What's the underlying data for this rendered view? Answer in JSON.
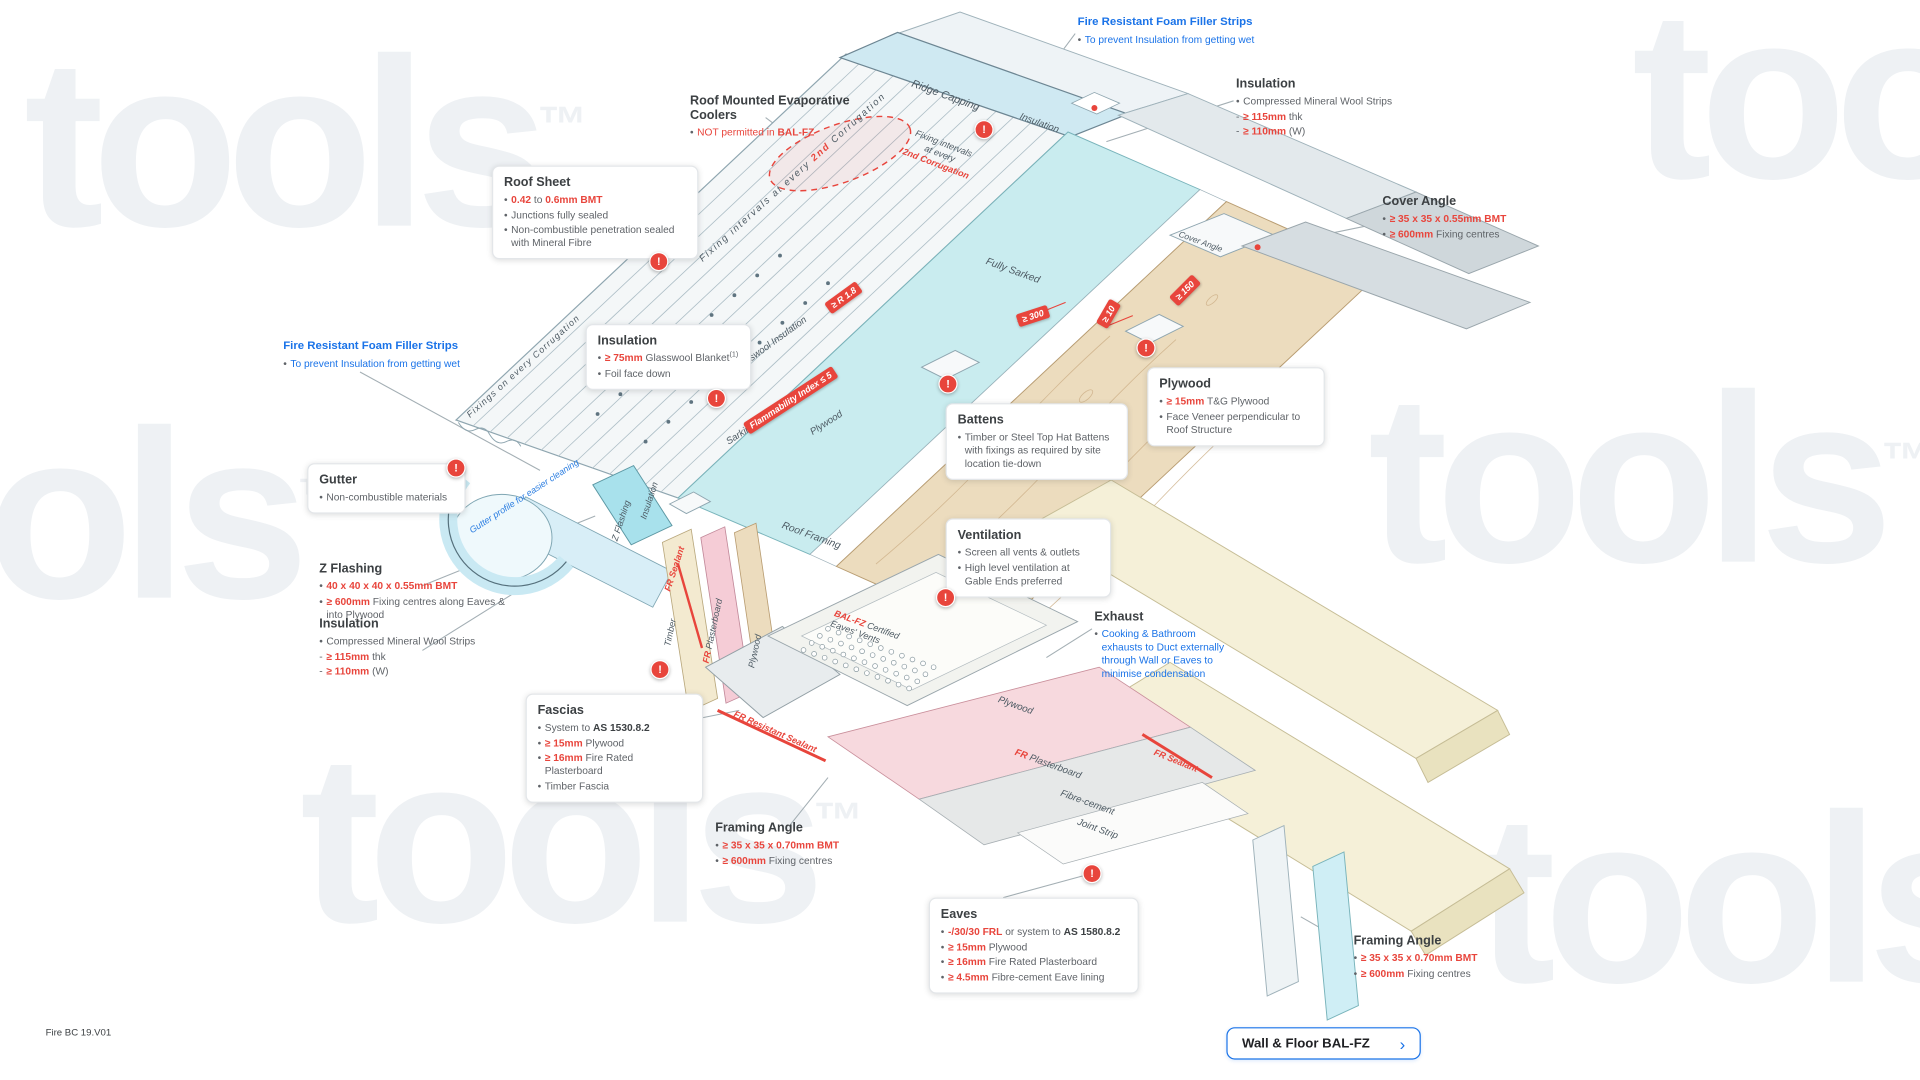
{
  "page": {
    "version_label": "Fire BC 19.V01",
    "watermark_text": "tools",
    "watermark_tm": "™"
  },
  "nav": {
    "wall_floor_button": "Wall & Floor BAL-FZ",
    "chevron": "›"
  },
  "colors": {
    "red": "#e8453c",
    "blue": "#1a73e8",
    "dark_text": "#3c4043",
    "muted_text": "#5f6368",
    "teal_insulation": "#c9ecef",
    "wood": "#ecdcbe",
    "pink_plasterboard": "#f5ccd6",
    "cream_framing": "#f5f0d8"
  },
  "warning_icon": "!",
  "callouts": [
    {
      "id": "foam-filler-top",
      "title": "Fire Resistant Foam Filler Strips",
      "title_style": "blue",
      "bullets": [
        {
          "marker": "•",
          "segments": [
            {
              "t": "To prevent Insulation from getting wet",
              "s": "blue"
            }
          ]
        }
      ]
    },
    {
      "id": "evap-coolers",
      "title": "Roof Mounted Evaporative Coolers",
      "bullets": [
        {
          "marker": "•",
          "segments": [
            {
              "t": "NOT permitted in ",
              "s": "red"
            },
            {
              "t": "BAL-FZ",
              "s": "red-bold"
            }
          ]
        }
      ]
    },
    {
      "id": "insulation-top",
      "title": "Insulation",
      "bullets": [
        {
          "marker": "•",
          "segments": [
            {
              "t": "Compressed Mineral Wool Strips",
              "s": "plain"
            }
          ]
        },
        {
          "marker": "-",
          "segments": [
            {
              "t": "≥ 115mm",
              "s": "red-bold"
            },
            {
              "t": " thk",
              "s": "plain"
            }
          ]
        },
        {
          "marker": "-",
          "segments": [
            {
              "t": "≥ 110mm",
              "s": "red-bold"
            },
            {
              "t": " (W)",
              "s": "plain"
            }
          ]
        }
      ]
    },
    {
      "id": "roof-sheet",
      "title": "Roof Sheet",
      "bullets": [
        {
          "marker": "•",
          "segments": [
            {
              "t": "0.42",
              "s": "red-bold"
            },
            {
              "t": " to ",
              "s": "plain"
            },
            {
              "t": "0.6mm BMT",
              "s": "red-bold"
            }
          ]
        },
        {
          "marker": "•",
          "segments": [
            {
              "t": "Junctions fully sealed",
              "s": "plain"
            }
          ]
        },
        {
          "marker": "•",
          "segments": [
            {
              "t": "Non-combustible penetration sealed with Mineral Fibre",
              "s": "plain"
            }
          ]
        }
      ]
    },
    {
      "id": "cover-angle",
      "title": "Cover Angle",
      "bullets": [
        {
          "marker": "•",
          "segments": [
            {
              "t": "≥ 35 x 35 x 0.55mm BMT",
              "s": "red-bold"
            }
          ]
        },
        {
          "marker": "•",
          "segments": [
            {
              "t": "≥ 600mm",
              "s": "red-bold"
            },
            {
              "t": " Fixing centres",
              "s": "plain"
            }
          ]
        }
      ]
    },
    {
      "id": "insulation-mid",
      "title": "Insulation",
      "bullets": [
        {
          "marker": "•",
          "segments": [
            {
              "t": "≥ 75mm",
              "s": "red-bold"
            },
            {
              "t": " Glasswool Blanket",
              "s": "plain"
            },
            {
              "t": "(1)",
              "s": "sup"
            }
          ]
        },
        {
          "marker": "•",
          "segments": [
            {
              "t": "Foil face down",
              "s": "plain"
            }
          ]
        }
      ]
    },
    {
      "id": "foam-filler-left",
      "title": "Fire Resistant Foam Filler Strips",
      "title_style": "blue",
      "bullets": [
        {
          "marker": "•",
          "segments": [
            {
              "t": "To prevent Insulation from getting wet",
              "s": "blue"
            }
          ]
        }
      ]
    },
    {
      "id": "plywood",
      "title": "Plywood",
      "bullets": [
        {
          "marker": "•",
          "segments": [
            {
              "t": "≥ 15mm",
              "s": "red-bold"
            },
            {
              "t": " T&G Plywood",
              "s": "plain"
            }
          ]
        },
        {
          "marker": "•",
          "segments": [
            {
              "t": "Face Veneer perpendicular to Roof Structure",
              "s": "plain"
            }
          ]
        }
      ]
    },
    {
      "id": "battens",
      "title": "Battens",
      "bullets": [
        {
          "marker": "•",
          "segments": [
            {
              "t": "Timber or Steel Top Hat Battens with fixings as required by site location tie-down",
              "s": "plain"
            }
          ]
        }
      ]
    },
    {
      "id": "gutter",
      "title": "Gutter",
      "bullets": [
        {
          "marker": "•",
          "segments": [
            {
              "t": "Non-combustible materials",
              "s": "plain"
            }
          ]
        }
      ]
    },
    {
      "id": "ventilation",
      "title": "Ventilation",
      "bullets": [
        {
          "marker": "•",
          "segments": [
            {
              "t": "Screen all vents & outlets",
              "s": "plain"
            }
          ]
        },
        {
          "marker": "•",
          "segments": [
            {
              "t": "High level ventilation at Gable Ends preferred",
              "s": "plain"
            }
          ]
        }
      ]
    },
    {
      "id": "z-flashing",
      "title": "Z Flashing",
      "bullets": [
        {
          "marker": "•",
          "segments": [
            {
              "t": "40 x 40 x 40 x 0.55mm BMT",
              "s": "red-bold"
            }
          ]
        },
        {
          "marker": "•",
          "segments": [
            {
              "t": "≥ 600mm",
              "s": "red-bold"
            },
            {
              "t": " Fixing centres along Eaves & into Plywood",
              "s": "plain"
            }
          ]
        }
      ]
    },
    {
      "id": "insulation-left",
      "title": "Insulation",
      "bullets": [
        {
          "marker": "•",
          "segments": [
            {
              "t": "Compressed Mineral Wool Strips",
              "s": "plain"
            }
          ]
        },
        {
          "marker": "-",
          "segments": [
            {
              "t": "≥ 115mm",
              "s": "red-bold"
            },
            {
              "t": " thk",
              "s": "plain"
            }
          ]
        },
        {
          "marker": "-",
          "segments": [
            {
              "t": "≥ 110mm",
              "s": "red-bold"
            },
            {
              "t": " (W)",
              "s": "plain"
            }
          ]
        }
      ]
    },
    {
      "id": "exhaust",
      "title": "Exhaust",
      "bullets": [
        {
          "marker": "•",
          "segments": [
            {
              "t": "Cooking & Bathroom exhausts to Duct externally through Wall or Eaves to minimise condensation",
              "s": "blue"
            }
          ]
        }
      ]
    },
    {
      "id": "fascias",
      "title": "Fascias",
      "bullets": [
        {
          "marker": "•",
          "segments": [
            {
              "t": "System to ",
              "s": "plain"
            },
            {
              "t": "AS 1530.8.2",
              "s": "bold"
            }
          ]
        },
        {
          "marker": "•",
          "segments": [
            {
              "t": "≥ 15mm",
              "s": "red-bold"
            },
            {
              "t": " Plywood",
              "s": "plain"
            }
          ]
        },
        {
          "marker": "•",
          "segments": [
            {
              "t": "≥ 16mm",
              "s": "red-bold"
            },
            {
              "t": " Fire Rated Plasterboard",
              "s": "plain"
            }
          ]
        },
        {
          "marker": "•",
          "segments": [
            {
              "t": "Timber Fascia",
              "s": "plain"
            }
          ]
        }
      ]
    },
    {
      "id": "framing-angle-left",
      "title": "Framing Angle",
      "bullets": [
        {
          "marker": "•",
          "segments": [
            {
              "t": "≥ 35 x 35 x 0.70mm BMT",
              "s": "red-bold"
            }
          ]
        },
        {
          "marker": "•",
          "segments": [
            {
              "t": "≥ 600mm",
              "s": "red-bold"
            },
            {
              "t": " Fixing centres",
              "s": "plain"
            }
          ]
        }
      ]
    },
    {
      "id": "eaves",
      "title": "Eaves",
      "bullets": [
        {
          "marker": "•",
          "segments": [
            {
              "t": "-/30/30 FRL",
              "s": "red-bold"
            },
            {
              "t": " or system to ",
              "s": "plain"
            },
            {
              "t": "AS 1580.8.2",
              "s": "bold"
            }
          ]
        },
        {
          "marker": "•",
          "segments": [
            {
              "t": "≥ 15mm",
              "s": "red-bold"
            },
            {
              "t": " Plywood",
              "s": "plain"
            }
          ]
        },
        {
          "marker": "•",
          "segments": [
            {
              "t": "≥ 16mm",
              "s": "red-bold"
            },
            {
              "t": " Fire Rated Plasterboard",
              "s": "plain"
            }
          ]
        },
        {
          "marker": "•",
          "segments": [
            {
              "t": "≥ 4.5mm",
              "s": "red-bold"
            },
            {
              "t": " Fibre-cement Eave lining",
              "s": "plain"
            }
          ]
        }
      ]
    },
    {
      "id": "framing-angle-right",
      "title": "Framing Angle",
      "bullets": [
        {
          "marker": "•",
          "segments": [
            {
              "t": "≥ 35 x 35 x 0.70mm BMT",
              "s": "red-bold"
            }
          ]
        },
        {
          "marker": "•",
          "segments": [
            {
              "t": "≥ 600mm",
              "s": "red-bold"
            },
            {
              "t": " Fixing centres",
              "s": "plain"
            }
          ]
        }
      ]
    }
  ],
  "diagram_labels": [
    {
      "id": "ridge-capping",
      "lines": [
        [
          {
            "t": "Ridge Capping",
            "s": "lbl"
          }
        ]
      ]
    },
    {
      "id": "insulation-ridge",
      "lines": [
        [
          {
            "t": "Insulation",
            "s": "lbl"
          }
        ]
      ]
    },
    {
      "id": "fixing-intervals-ridge",
      "lines": [
        [
          {
            "t": "Fixing intervals",
            "s": "lbl"
          }
        ],
        [
          {
            "t": "at every",
            "s": "lbl"
          }
        ],
        [
          {
            "t": "2nd Corrugation",
            "s": "lbl-red-bold"
          }
        ]
      ]
    },
    {
      "id": "fixing-intervals-sheet",
      "lines": [
        [
          {
            "t": "Fixing intervals at every ",
            "s": "lbl"
          },
          {
            "t": "2nd",
            "s": "lbl-red-bold"
          },
          {
            "t": " Corrugation",
            "s": "lbl"
          }
        ]
      ]
    },
    {
      "id": "fully-sarked",
      "lines": [
        [
          {
            "t": "Fully Sarked",
            "s": "lbl"
          }
        ]
      ]
    },
    {
      "id": "cover-angle-small",
      "lines": [
        [
          {
            "t": "Cover Angle",
            "s": "lbl"
          }
        ]
      ]
    },
    {
      "id": "glasswool",
      "lines": [
        [
          {
            "t": "Glasswool Insulation",
            "s": "lbl"
          }
        ]
      ]
    },
    {
      "id": "sarking",
      "lines": [
        [
          {
            "t": "Sarking",
            "s": "lbl"
          }
        ]
      ]
    },
    {
      "id": "plywood-upper",
      "lines": [
        [
          {
            "t": "Plywood",
            "s": "lbl"
          }
        ]
      ]
    },
    {
      "id": "fixings-every-corr",
      "lines": [
        [
          {
            "t": "Fixings on every Corrugation",
            "s": "lbl"
          }
        ]
      ]
    },
    {
      "id": "gutter-profile",
      "lines": [
        [
          {
            "t": "Gutter profile for easier cleaning",
            "s": "lbl-blue"
          }
        ]
      ]
    },
    {
      "id": "z-flashing-v",
      "lines": [
        [
          {
            "t": "Z Flashing",
            "s": "lbl"
          }
        ]
      ]
    },
    {
      "id": "insulation-v",
      "lines": [
        [
          {
            "t": "Insulation",
            "s": "lbl"
          }
        ]
      ]
    },
    {
      "id": "fr-sealant-1",
      "lines": [
        [
          {
            "t": "FR Sealant",
            "s": "lbl-red-bold"
          }
        ]
      ]
    },
    {
      "id": "roof-framing",
      "lines": [
        [
          {
            "t": "Roof Framing",
            "s": "lbl"
          }
        ]
      ]
    },
    {
      "id": "timber-v",
      "lines": [
        [
          {
            "t": "Timber",
            "s": "lbl"
          }
        ]
      ]
    },
    {
      "id": "fr-plasterboard-v",
      "lines": [
        [
          {
            "t": "FR",
            "s": "lbl-red-bold"
          },
          {
            "t": " Plasterboard",
            "s": "lbl"
          }
        ]
      ]
    },
    {
      "id": "plywood-v",
      "lines": [
        [
          {
            "t": "Plywood",
            "s": "lbl"
          }
        ]
      ]
    },
    {
      "id": "balfz-vents",
      "lines": [
        [
          {
            "t": "BAL-FZ",
            "s": "lbl-red-bold"
          },
          {
            "t": " Certified",
            "s": "lbl"
          }
        ],
        [
          {
            "t": "Eaves' Vents",
            "s": "lbl"
          }
        ]
      ]
    },
    {
      "id": "fr-sealant-2",
      "lines": [
        [
          {
            "t": "FR Resistant Sealant",
            "s": "lbl-red-bold"
          }
        ]
      ]
    },
    {
      "id": "plywood-lower",
      "lines": [
        [
          {
            "t": "Plywood",
            "s": "lbl"
          }
        ]
      ]
    },
    {
      "id": "fr-plasterboard-lower",
      "lines": [
        [
          {
            "t": "FR",
            "s": "lbl-red-bold"
          },
          {
            "t": " Plasterboard",
            "s": "lbl"
          }
        ]
      ]
    },
    {
      "id": "fibre-cement",
      "lines": [
        [
          {
            "t": "Fibre-cement",
            "s": "lbl"
          }
        ]
      ]
    },
    {
      "id": "joint-strip",
      "lines": [
        [
          {
            "t": "Joint Strip",
            "s": "lbl"
          }
        ]
      ]
    },
    {
      "id": "fr-sealant-3",
      "lines": [
        [
          {
            "t": "FR Sealant",
            "s": "lbl-red-bold"
          }
        ]
      ]
    }
  ],
  "badges": [
    {
      "id": "r18",
      "text": "≥ R 1.8"
    },
    {
      "id": "flam",
      "text": "Flammability Index ≤ 5"
    },
    {
      "id": "d300",
      "text": "≥ 300"
    },
    {
      "id": "d10",
      "text": "≥ 10"
    },
    {
      "id": "d150",
      "text": "≥ 150"
    }
  ]
}
